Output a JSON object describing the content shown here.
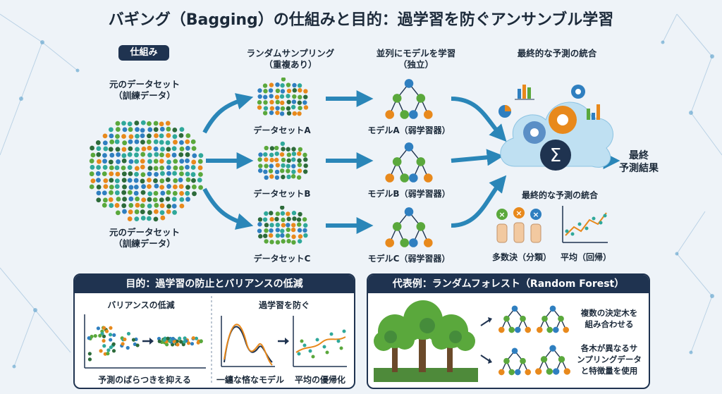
{
  "title": "バギング（Bagging）の仕組みと目的：過学習を防ぐアンサンブル学習",
  "mechanism": {
    "badge": "仕組み",
    "original_top": [
      "元のデータセット",
      "（訓練データ）"
    ],
    "original_bottom": [
      "元のデータセット",
      "（訓練データ）"
    ],
    "sampling_header": [
      "ランダムサンプリング",
      "（重複あり）"
    ],
    "parallel_header": [
      "並列にモデルを学習",
      "（独立）"
    ],
    "integration_header": "最終的な予測の統合",
    "datasets": [
      "データセットA",
      "データセットB",
      "データセットC"
    ],
    "models": [
      "モデルA（弱学習器）",
      "モデルB（弱学習器）",
      "モデルC（弱学習器）"
    ],
    "final_result": [
      "最終",
      "予測結果"
    ],
    "integration_sub": "最終的な予測の統合",
    "vote_label": "多数決（分類）",
    "average_label": "平均（回帰）"
  },
  "purpose_panel": {
    "title": "目的：過学習の防止とバリアンスの低減",
    "left_heading": "バリアンスの低減",
    "left_caption": "予測のばらつきを抑える",
    "right_heading": "過学習を防ぐ",
    "right_caption_left": "一纏な悋なモデル",
    "right_caption_right": "平均の優帰化"
  },
  "example_panel": {
    "title": "代表例：ランダムフォレスト（Random Forest）",
    "note1": [
      "複数の決定木を",
      "組み合わせる"
    ],
    "note2": [
      "各木が異なるサ",
      "ンプリングデータ",
      "と特徴量を使用"
    ]
  },
  "colors": {
    "navy": "#1f3350",
    "arrow_blue": "#2a86b8",
    "green": "#5aa83c",
    "blue": "#2f7fc0",
    "orange": "#e8891c",
    "teal": "#2fa89a",
    "dark_green": "#2d6b3a"
  }
}
